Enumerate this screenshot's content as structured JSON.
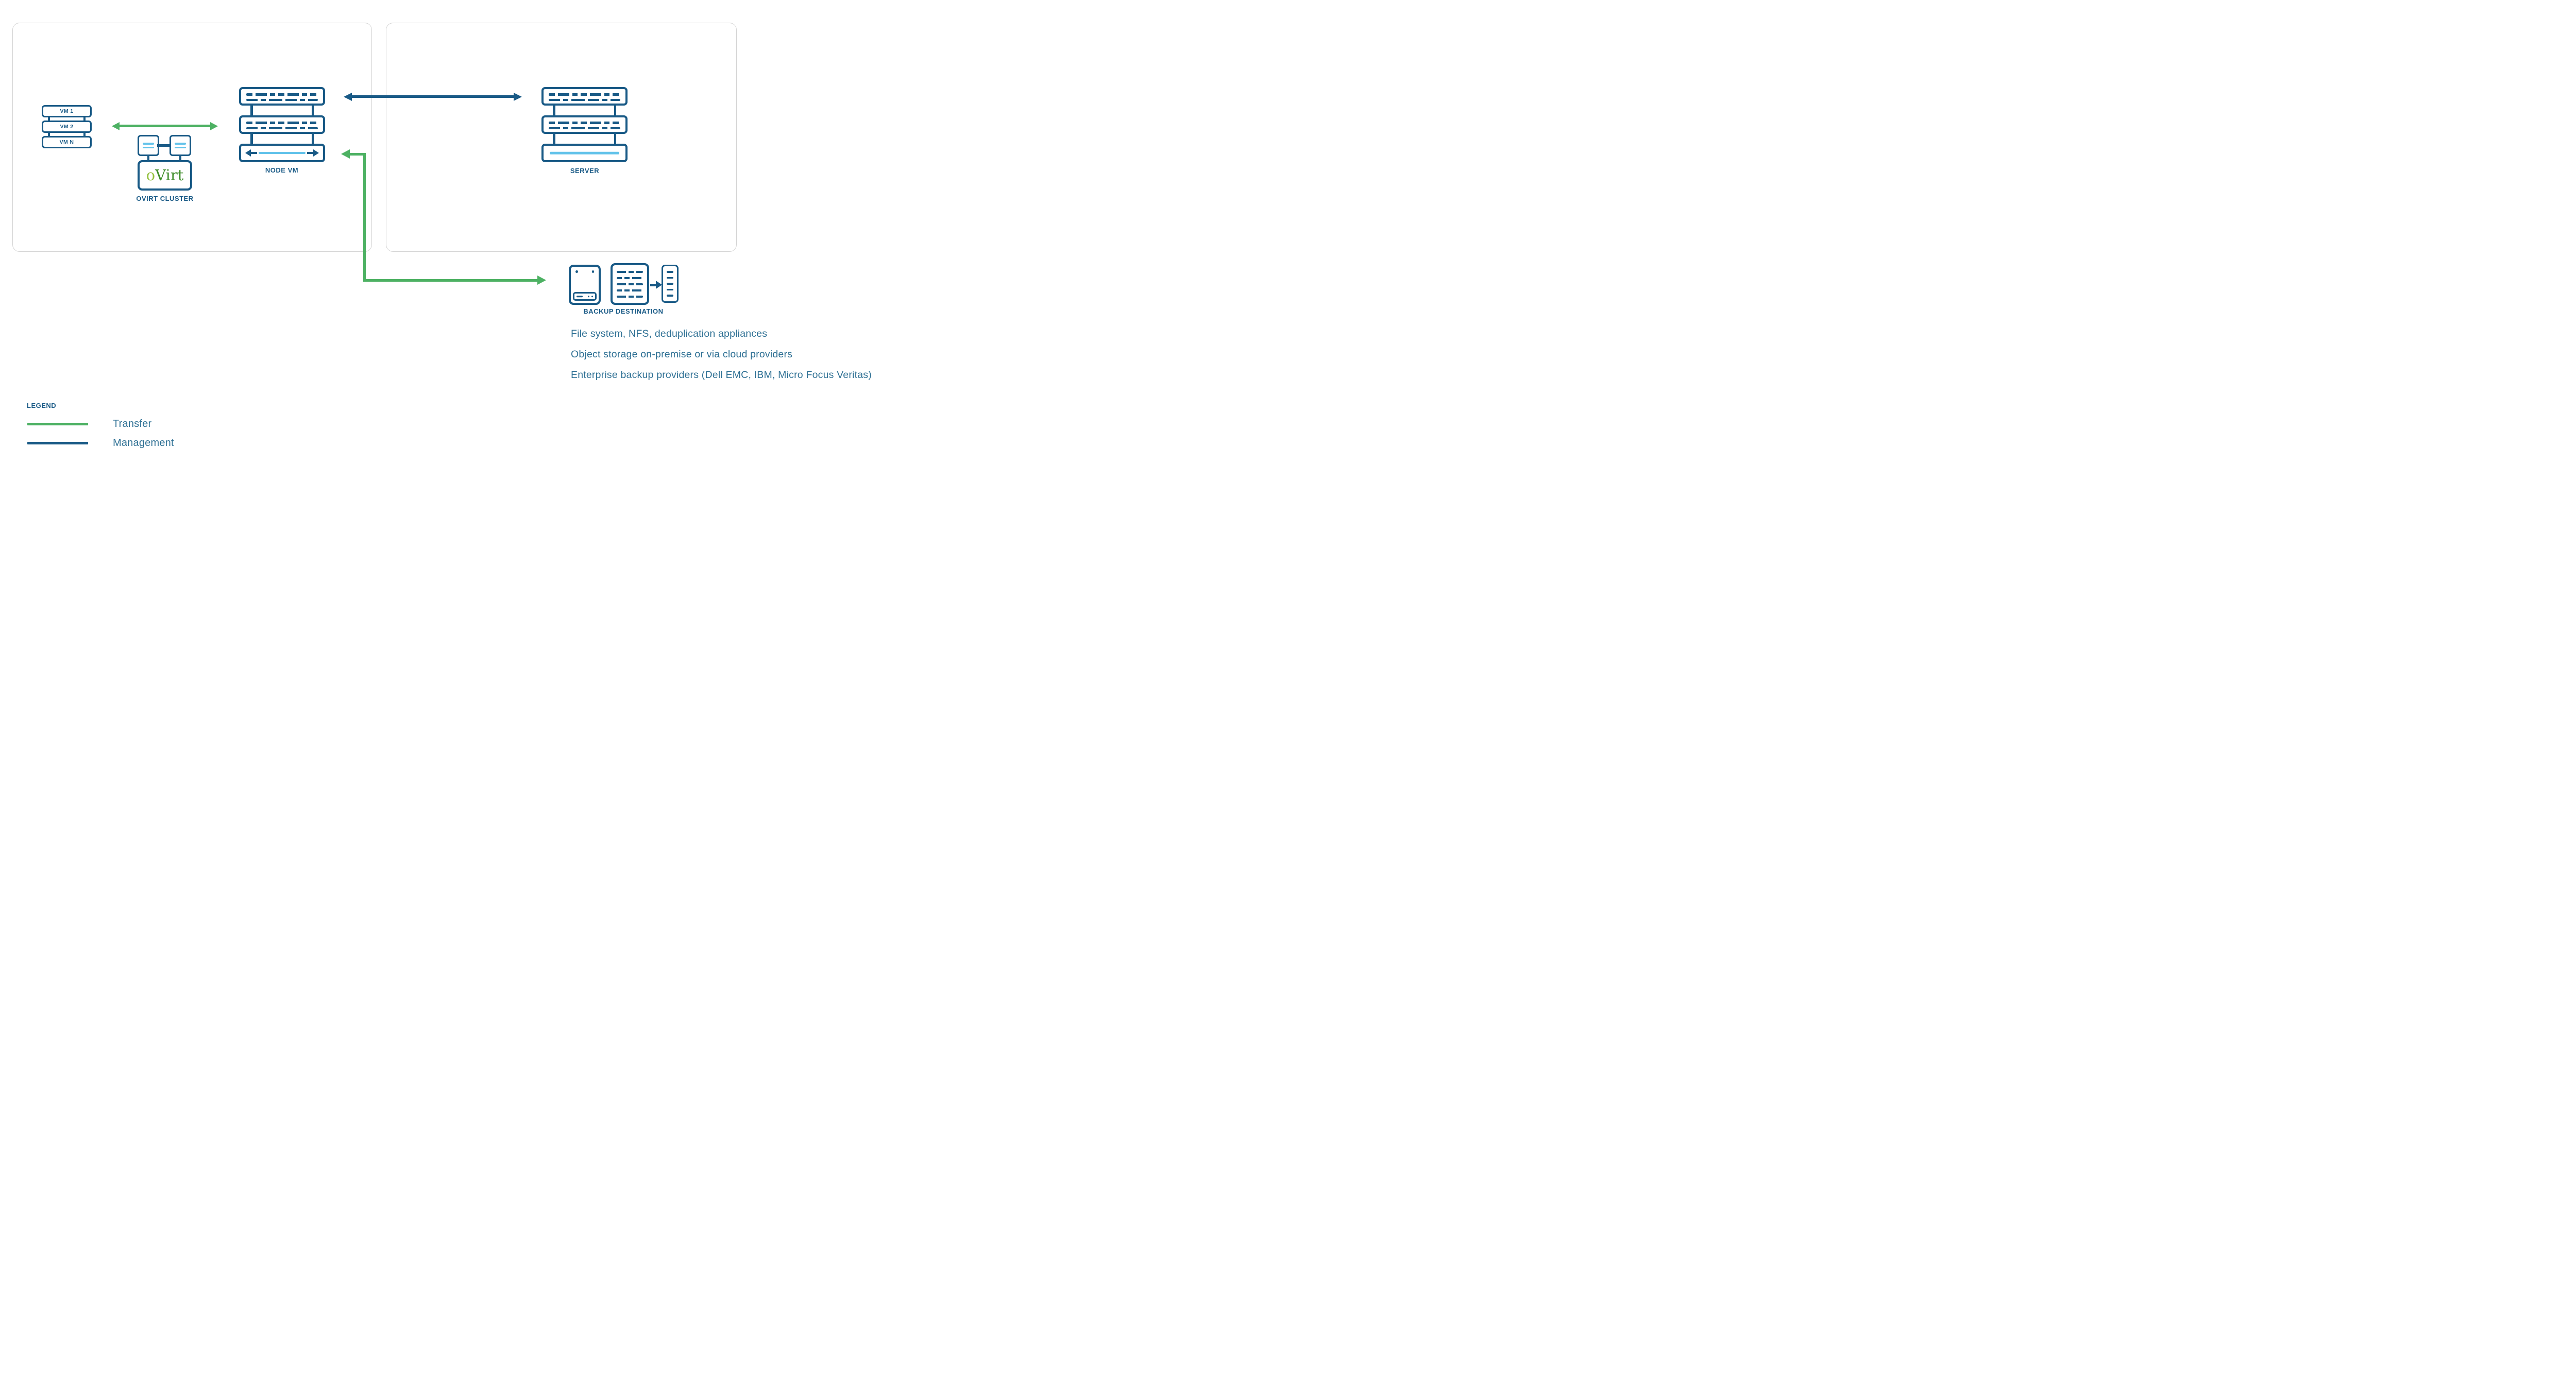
{
  "diagram": {
    "left_panel": {
      "vm_stack": {
        "items": [
          "VM 1",
          "VM 2",
          "VM N"
        ]
      },
      "ovirt_cluster": {
        "label": "OVIRT CLUSTER",
        "logo_o": "o",
        "logo_virt": "Virt"
      },
      "node_vm": {
        "label": "NODE VM"
      }
    },
    "right_panel": {
      "server": {
        "label": "SERVER"
      }
    },
    "backup": {
      "label": "BACKUP DESTINATION",
      "notes": [
        "File system, NFS, deduplication appliances",
        "Object storage on-premise or via cloud providers",
        "Enterprise backup providers (Dell EMC, IBM, Micro Focus Veritas)"
      ]
    },
    "legend": {
      "title": "LEGEND",
      "items": [
        {
          "label": "Transfer",
          "color": "#4db163"
        },
        {
          "label": "Management",
          "color": "#195a86"
        }
      ]
    },
    "colors": {
      "navy": "#195a86",
      "light_blue": "#63c3ea",
      "green": "#4db163",
      "text_blue": "#2e7094",
      "ovirt_o_green": "#94c13e",
      "ovirt_virt_green": "#3f8d2a",
      "panel_border": "#d4d4d4"
    }
  }
}
